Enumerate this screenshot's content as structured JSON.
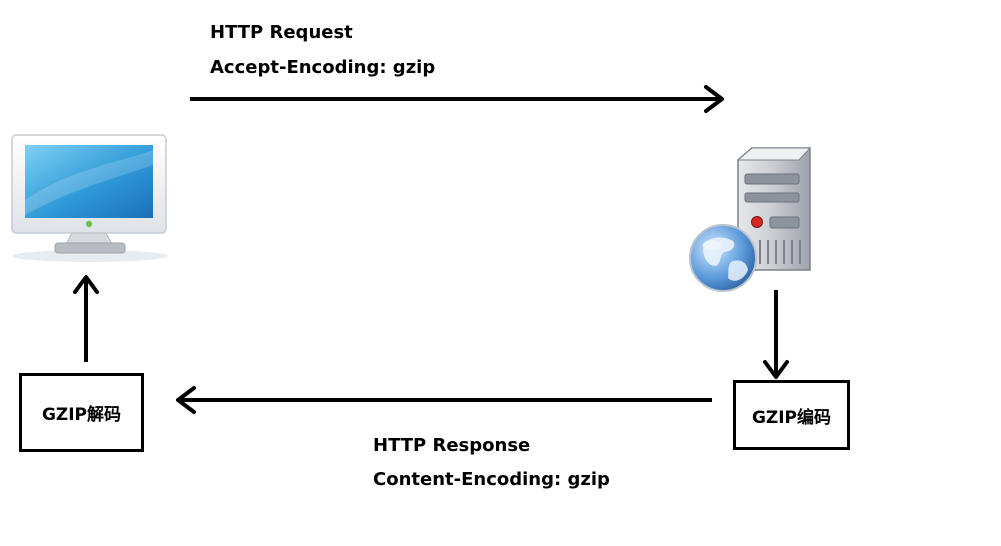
{
  "request": {
    "title": "HTTP Request",
    "header": "Accept-Encoding: gzip"
  },
  "response": {
    "title": "HTTP Response",
    "header": "Content-Encoding: gzip"
  },
  "nodes": {
    "client_icon": "monitor-icon",
    "server_icon": "server-icon",
    "globe_icon": "globe-icon",
    "decode_label": "GZIP解码",
    "encode_label": "GZIP编码"
  },
  "colors": {
    "arrow": "#000000",
    "screen": "#2f9ad8",
    "server_body": "#c9ccd1",
    "globe": "#3a7fc9"
  }
}
